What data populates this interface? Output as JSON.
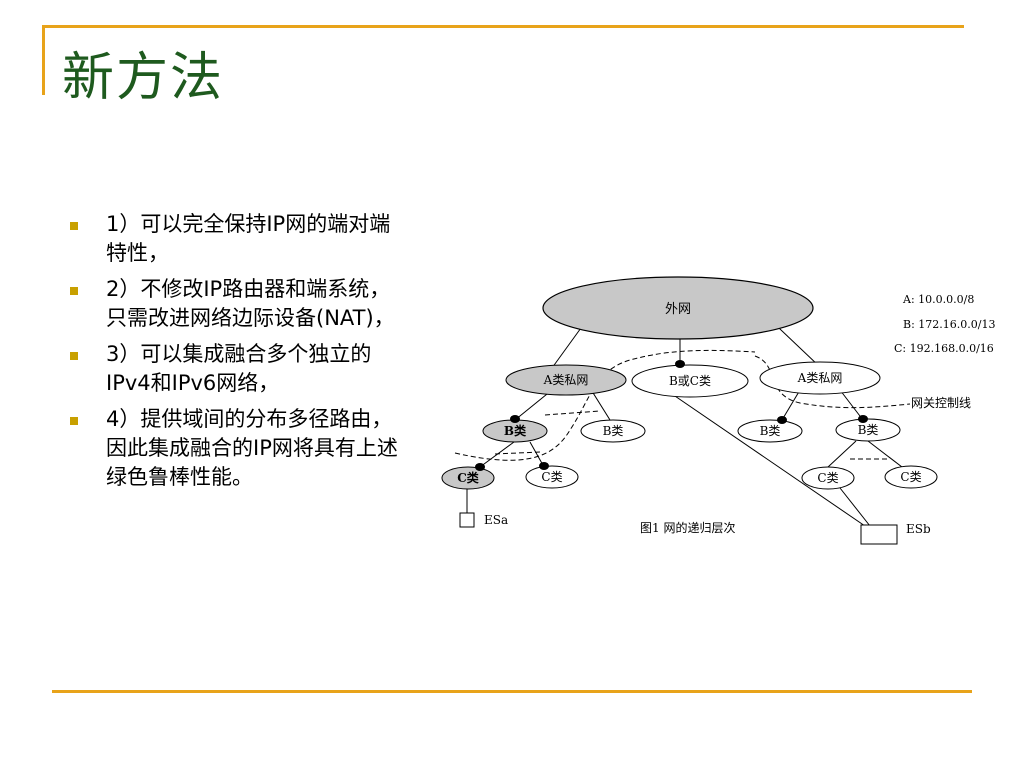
{
  "title": "新方法",
  "bullets": [
    "1）可以完全保持IP网的端对端特性，",
    "2）不修改IP路由器和端系统，只需改进网络边际设备(NAT)，",
    "3）可以集成融合多个独立的IPv4和IPv6网络，",
    "4）提供域间的分布多径路由，因此集成融合的IP网将具有上述绿色鲁棒性能。"
  ],
  "diagram": {
    "nodes": {
      "outer": "外网",
      "a_private_left": "A类私网",
      "b_or_c": "B或C类",
      "a_private_right": "A类私网",
      "b_left_1": "B类",
      "b_left_2": "B类",
      "b_right_1": "B类",
      "b_right_2": "B类",
      "c_left_1": "C类",
      "c_left_2": "C类",
      "c_right_1": "C类",
      "c_right_2": "C类",
      "esa": "ESa",
      "esb": "ESb"
    },
    "address_ranges": [
      "A: 10.0.0.0/8",
      "B: 172.16.0.0/13",
      "C: 192.168.0.0/16"
    ],
    "gateway_label": "网关控制线",
    "caption": "图1 网的递归层次"
  },
  "colors": {
    "accent": "#e8a31a",
    "title": "#1e5a1e",
    "bullet": "#c8a000",
    "node_fill": "#c8c8c8"
  }
}
